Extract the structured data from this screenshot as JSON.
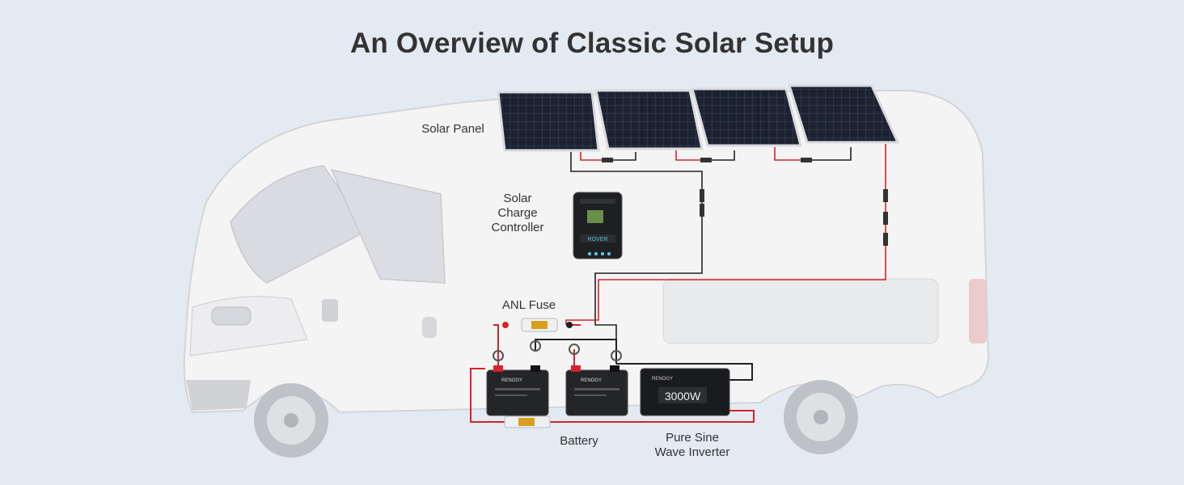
{
  "title": "An Overview of Classic Solar Setup",
  "labels": {
    "solar_panel": "Solar Panel",
    "charge_controller": [
      "Solar",
      "Charge",
      "Controller"
    ],
    "anl_fuse": "ANL Fuse",
    "battery": "Battery",
    "inverter": [
      "Pure Sine",
      "Wave Inverter"
    ]
  },
  "devices": {
    "inverter_rating": "3000W",
    "brand": "RENOGY",
    "controller_model": "ROVER"
  },
  "colors": {
    "background": "#e4eaf2",
    "positive_wire": "#d8222a",
    "negative_wire": "#222222",
    "van_body": "#f4f4f4",
    "panel_cell": "#1c2230"
  }
}
